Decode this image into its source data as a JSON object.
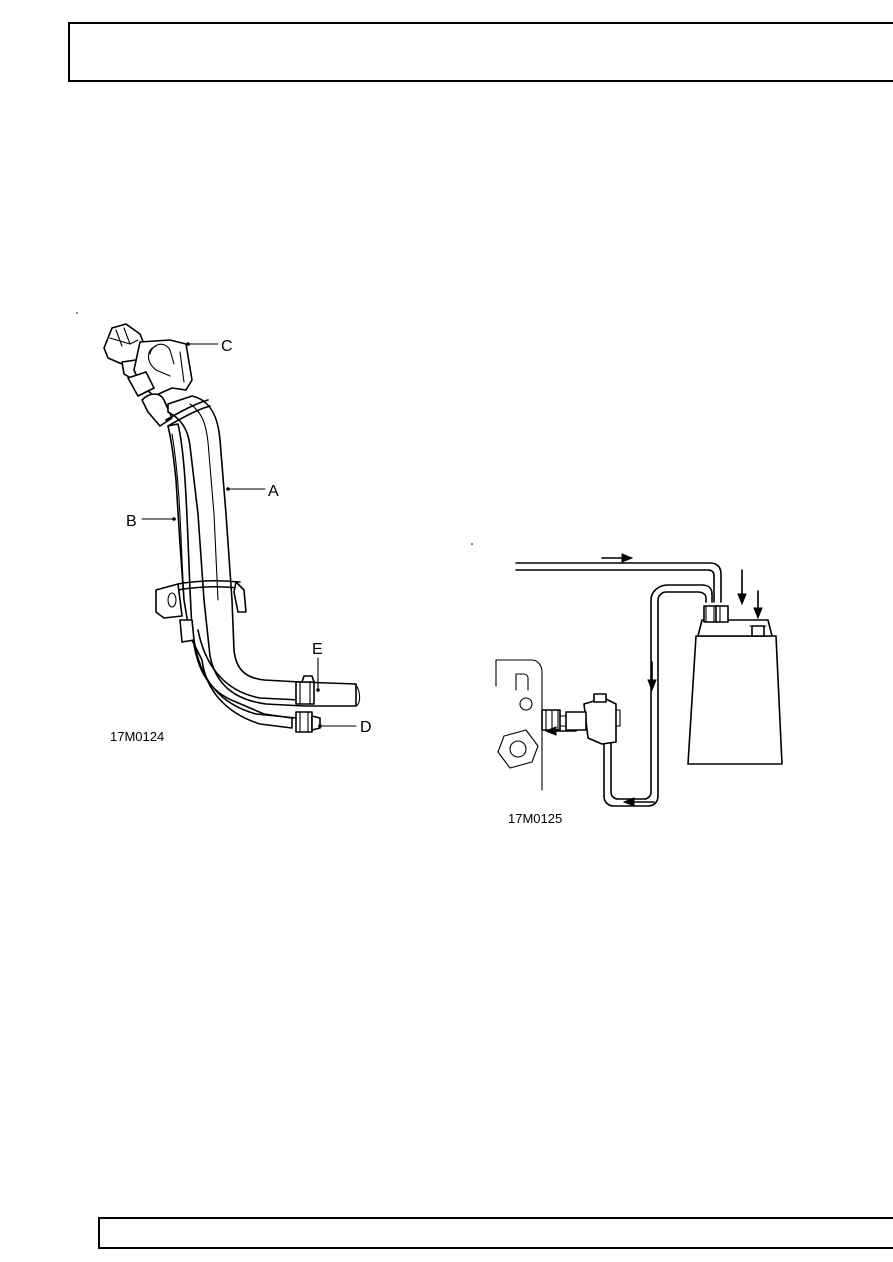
{
  "figure1": {
    "code": "17M0124",
    "callouts": {
      "a": "A",
      "b": "B",
      "c": "C",
      "d": "D",
      "e": "E"
    }
  },
  "figure2": {
    "code": "17M0125"
  }
}
